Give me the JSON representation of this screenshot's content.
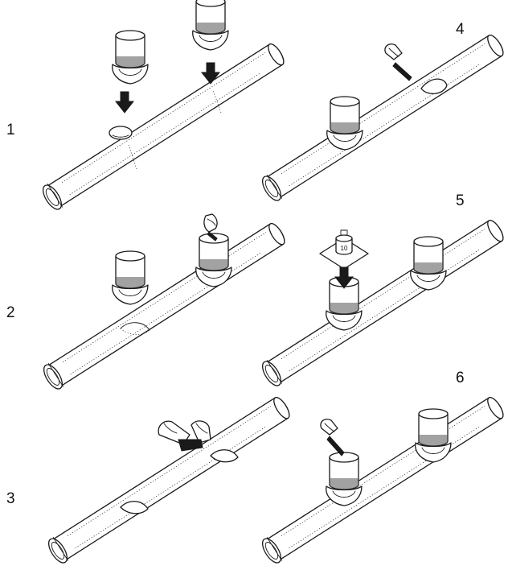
{
  "steps": [
    {
      "number": "1"
    },
    {
      "number": "2"
    },
    {
      "number": "3"
    },
    {
      "number": "4"
    },
    {
      "number": "5"
    },
    {
      "number": "6"
    }
  ],
  "weight_label": "10"
}
